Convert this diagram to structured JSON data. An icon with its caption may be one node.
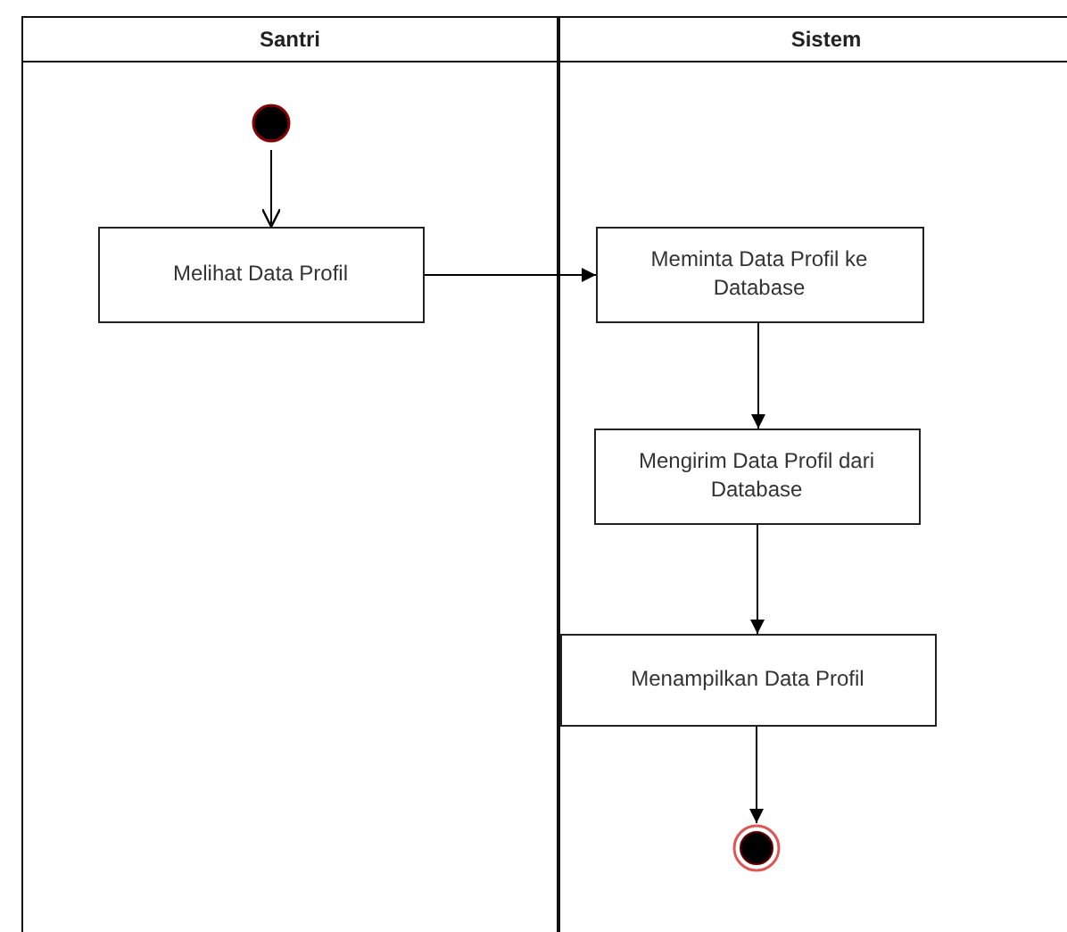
{
  "diagram": {
    "nodes": [
      {
        "text": [
          "Santri"
        ]
      },
      {
        "text": [
          "Sistem"
        ]
      },
      {
        "text": [],
        "shape": "circle",
        "in": 0
      },
      {
        "text": [
          "Melihat Data Profil"
        ],
        "in": 0
      },
      {
        "text": [
          "Meminta Data Profil ke Database"
        ],
        "in": 1
      },
      {
        "text": [
          "Mengirim Data Profil dari Database"
        ],
        "in": 1
      },
      {
        "text": [
          "Menampilkan Data Profil"
        ],
        "in": 1
      },
      {
        "text": [],
        "shape": "circle",
        "in": 1
      }
    ],
    "edges": [
      {
        "from": 2,
        "to": 3,
        "arrow": "to"
      },
      {
        "from": 3,
        "to": 4,
        "arrow": "to"
      },
      {
        "from": 4,
        "to": 5,
        "arrow": "to"
      },
      {
        "from": 5,
        "to": 6,
        "arrow": "to"
      },
      {
        "from": 6,
        "to": 7,
        "arrow": "to"
      }
    ]
  }
}
